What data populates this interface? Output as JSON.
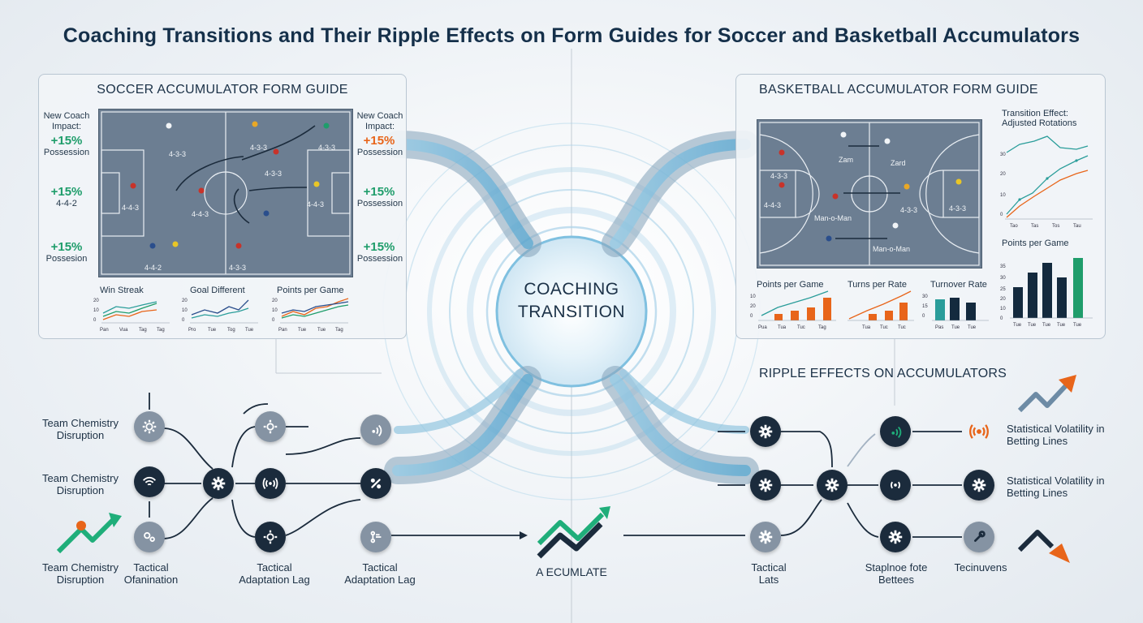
{
  "title": "Coaching Transitions and Their Ripple Effects on Form Guides for Soccer and Basketball Accumulators",
  "center": {
    "line1": "COACHING",
    "line2": "TRANSITION"
  },
  "soccer": {
    "title": "SOCCER ACCUMULATOR FORM GUIDE",
    "left_stats": [
      {
        "label": "New Coach Impact:",
        "pct": "+15%",
        "sub": "Possession"
      },
      {
        "label": "",
        "pct": "+15%",
        "sub": "4-4-2"
      },
      {
        "label": "",
        "pct": "+15%",
        "sub": "Possesion"
      }
    ],
    "right_stats": [
      {
        "label": "New Coach Impact:",
        "pct": "+15%",
        "sub": "Possession"
      },
      {
        "label": "",
        "pct": "+15%",
        "sub": "Possession"
      },
      {
        "label": "",
        "pct": "+15%",
        "sub": "Possession"
      }
    ],
    "formations": [
      "4-4-3",
      "4-3-3",
      "4-3-3",
      "4-3-3",
      "4-4-3",
      "4-3-3",
      "4-4-3",
      "4-4-2",
      "4-3-3"
    ],
    "mini_charts": [
      {
        "title": "Win Streak",
        "y_ticks": [
          "20",
          "10",
          "0"
        ],
        "x_ticks": [
          "Pan",
          "Vua",
          "Tag",
          "Tag"
        ]
      },
      {
        "title": "Goal Different",
        "y_ticks": [
          "20",
          "10",
          "0"
        ],
        "x_ticks": [
          "Pro",
          "Tue",
          "Tog",
          "Tue"
        ]
      },
      {
        "title": "Points per Game",
        "y_ticks": [
          "20",
          "10",
          "0"
        ],
        "x_ticks": [
          "Pan",
          "Tue",
          "Tue",
          "Tag"
        ]
      }
    ]
  },
  "basketball": {
    "title": "BASKETBALL ACCUMULATOR FORM GUIDE",
    "court_labels": {
      "zone1": "Zam",
      "zone2": "Zard",
      "man1": "Man-o-Man",
      "man2": "Man-o-Man",
      "f1": "4-3-3",
      "f2": "4-4-3",
      "f3": "4-3-3",
      "f4": "4-3-3"
    },
    "transition_chart": {
      "title": "Transition Effect: Adjusted Rotations",
      "y_ticks": [
        "30",
        "20",
        "10",
        "0"
      ],
      "x_ticks": [
        "Tao",
        "Tas",
        "Tos",
        "Tau"
      ]
    },
    "ppg_chart": {
      "title": "Points per Game",
      "y_ticks": [
        "35",
        "30",
        "25",
        "20",
        "10",
        "0"
      ],
      "x_ticks": [
        "Tue",
        "Tue",
        "Tue",
        "Tue",
        "Tue"
      ]
    },
    "mini_charts": [
      {
        "title": "Points per Game",
        "y_ticks": [
          "10",
          "20",
          "0"
        ],
        "x_ticks": [
          "Pua",
          "Tua",
          "Tuc",
          "Tag"
        ]
      },
      {
        "title": "Turns per Rate",
        "y_ticks": [],
        "x_ticks": [
          "Tua",
          "Tuc",
          "Tuc"
        ]
      },
      {
        "title": "Turnover Rate",
        "y_ticks": [
          "30",
          "15",
          "0"
        ],
        "x_ticks": [
          "Pas",
          "Tue",
          "Tue"
        ]
      }
    ]
  },
  "flow_left": {
    "labels": [
      {
        "text": "Team Chemistry Disruption"
      },
      {
        "text": "Team Chemistry Disruption"
      },
      {
        "text": "Team Chemistry Disruption"
      },
      {
        "text": "Tactical Ofanination"
      },
      {
        "text": "Tactical Adaptation Lag"
      },
      {
        "text": "Tactical Adaptation Lag"
      }
    ]
  },
  "accumulate_label": "A ECUMLATE",
  "ripple": {
    "title": "RIPPLE EFFECTS ON ACCUMULATORS",
    "labels": [
      {
        "text": "Statistical Volatility in Betting Lines"
      },
      {
        "text": "Statistical Volatility in Betting Lines"
      },
      {
        "text": "Tactical Lats"
      },
      {
        "text": "Staplnoe fote Bettees"
      },
      {
        "text": "Tecinuvens"
      }
    ]
  },
  "colors": {
    "navy": "#1b2b3c",
    "green": "#1f9d6b",
    "orange": "#e8651a",
    "teal": "#2a9d9a",
    "flow_blue": "#6fa8c9"
  }
}
